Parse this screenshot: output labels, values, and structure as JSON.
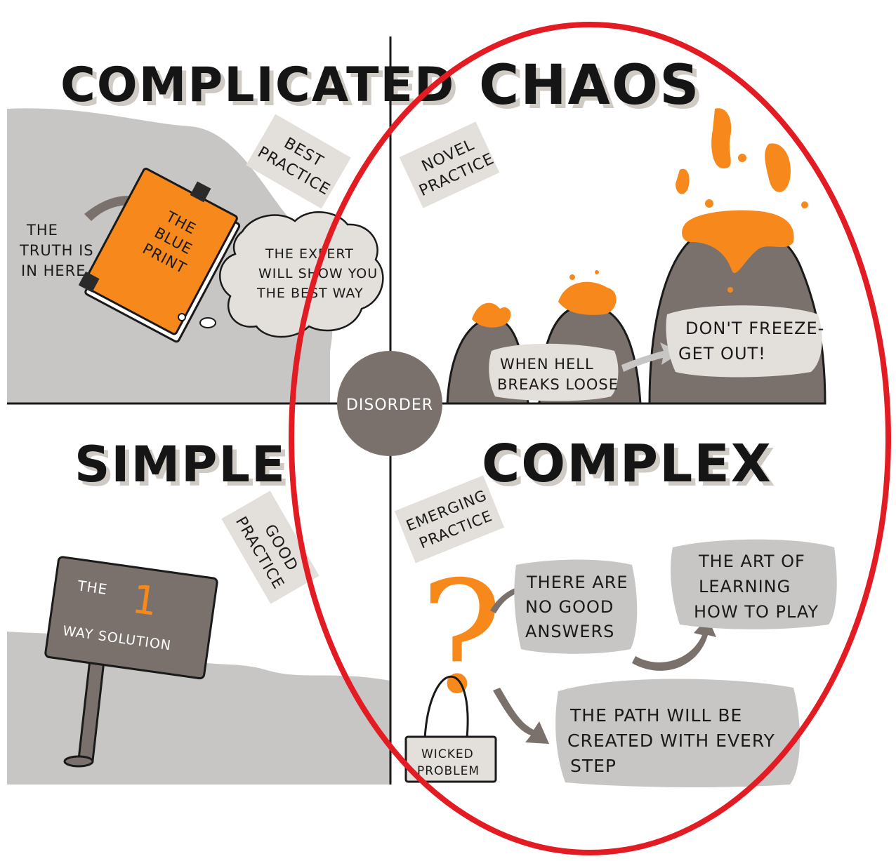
{
  "quadrants": {
    "complicated": {
      "title": "COMPLICATED",
      "practice": [
        "BEST",
        "PRACTICE"
      ],
      "truth": [
        "THE",
        "TRUTH IS",
        "IN HERE"
      ],
      "blueprint": [
        "THE",
        "BLUE",
        "PRINT"
      ],
      "expert": [
        "THE EXPERT",
        "WILL SHOW YOU",
        "THE BEST WAY"
      ]
    },
    "chaos": {
      "title": "CHAOS",
      "practice": [
        "NOVEL",
        "PRACTICE"
      ],
      "hell": [
        "WHEN HELL",
        "BREAKS LOOSE"
      ],
      "freeze": [
        "DON'T FREEZE-",
        "GET OUT!"
      ]
    },
    "simple": {
      "title": "SIMPLE",
      "practice": [
        "GOOD",
        "PRACTICE"
      ],
      "sign_the": "THE",
      "sign_number": "1",
      "sign_solution": "WAY SOLUTION"
    },
    "complex": {
      "title": "COMPLEX",
      "practice": [
        "EMERGING",
        "PRACTICE"
      ],
      "no_answers": [
        "THERE ARE",
        "NO GOOD",
        "ANSWERS"
      ],
      "art": [
        "THE ART OF",
        "LEARNING",
        "HOW TO PLAY"
      ],
      "path": [
        "THE PATH WILL BE",
        "CREATED WITH EVERY",
        "STEP"
      ],
      "wicked": [
        "WICKED",
        "PROBLEM"
      ],
      "question_mark": "?"
    }
  },
  "center": {
    "label": "DISORDER"
  },
  "colors": {
    "orange": "#f7891c",
    "rock": "#7a716c",
    "gray": "#c7c6c5",
    "red_ring": "#e31b23",
    "note": "#e3dfda"
  }
}
